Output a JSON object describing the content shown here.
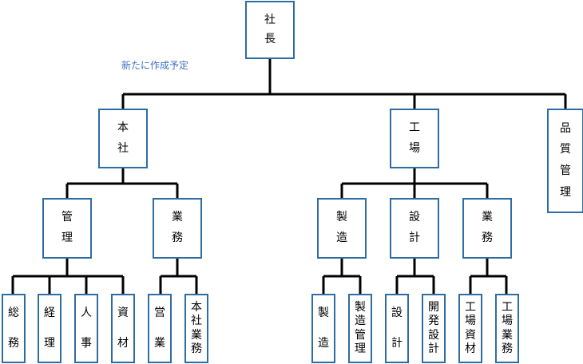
{
  "colors": {
    "box_border": "#2e6da4",
    "connector": "#000000",
    "note_text": "#3f6fc4"
  },
  "annotation": "新たに作成予定",
  "nodes": {
    "president": "社長",
    "head_office": "本社",
    "factory": "工場",
    "quality_control": "品質管理",
    "management": "管理",
    "business": "業務",
    "manufacturing": "製造",
    "design": "設計",
    "factory_business": "業務",
    "general_affairs": "総務",
    "accounting": "経理",
    "personnel": "人事",
    "materials": "資材",
    "sales": "営業",
    "head_office_business": "本社業務",
    "manufacturing_leaf": "製造",
    "production_control": "製造管理",
    "design_leaf": "設計",
    "development_design": "開発設計",
    "factory_materials": "工場資材",
    "factory_operations": "工場業務"
  }
}
